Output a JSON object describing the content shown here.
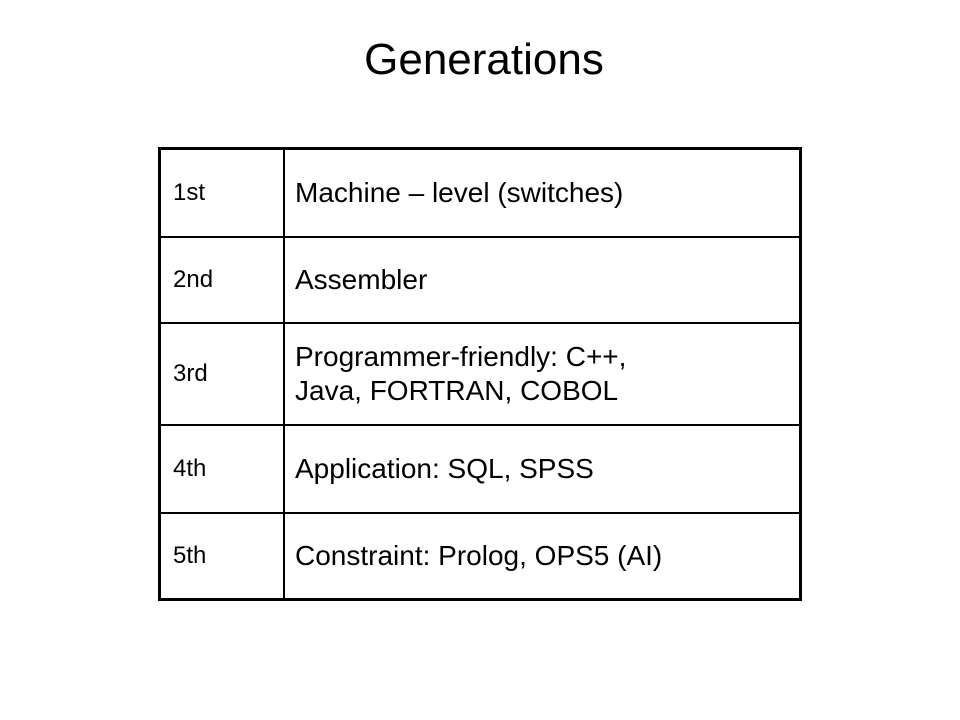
{
  "title": "Generations",
  "table": {
    "rows": [
      {
        "generation": "1st",
        "description": "Machine – level (switches)"
      },
      {
        "generation": "2nd",
        "description": "Assembler"
      },
      {
        "generation": "3rd",
        "description_lines": [
          "Programmer-friendly: C++,",
          "Java, FORTRAN, COBOL"
        ]
      },
      {
        "generation": "4th",
        "description": "Application: SQL, SPSS"
      },
      {
        "generation": "5th",
        "description": "Constraint: Prolog, OPS5 (AI)"
      }
    ]
  }
}
